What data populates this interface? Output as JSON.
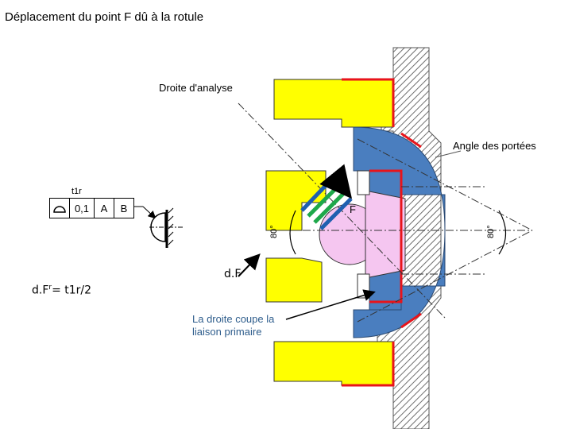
{
  "title": "Déplacement du point F dû à la rotule",
  "labels": {
    "droite_analyse": "Droite d'analyse",
    "angle_portees": "Angle des portées",
    "t1r": "t1r",
    "dF": "d.F",
    "dFr_prefix": "d.F",
    "dFr_sup": "r",
    "dFr_suffix": "= t1r/2",
    "coupe": "La droite coupe la liaison primaire",
    "point_F": "F",
    "angle_left": "80°",
    "angle_right": "80°"
  },
  "tolerance_frame": {
    "symbol": "profile-of-surface-icon",
    "value": "0,1",
    "datum_a": "A",
    "datum_b": "B"
  },
  "colors": {
    "yellow_part": "#ffff00",
    "blue_ball": "#4a7ebf",
    "pink_sphere": "#f5c6f0",
    "contact_red": "#e8141b",
    "hatch": "#7a7a7a",
    "annotation_blue": "#2e5d8c",
    "green_marks": "#1ea84a"
  }
}
